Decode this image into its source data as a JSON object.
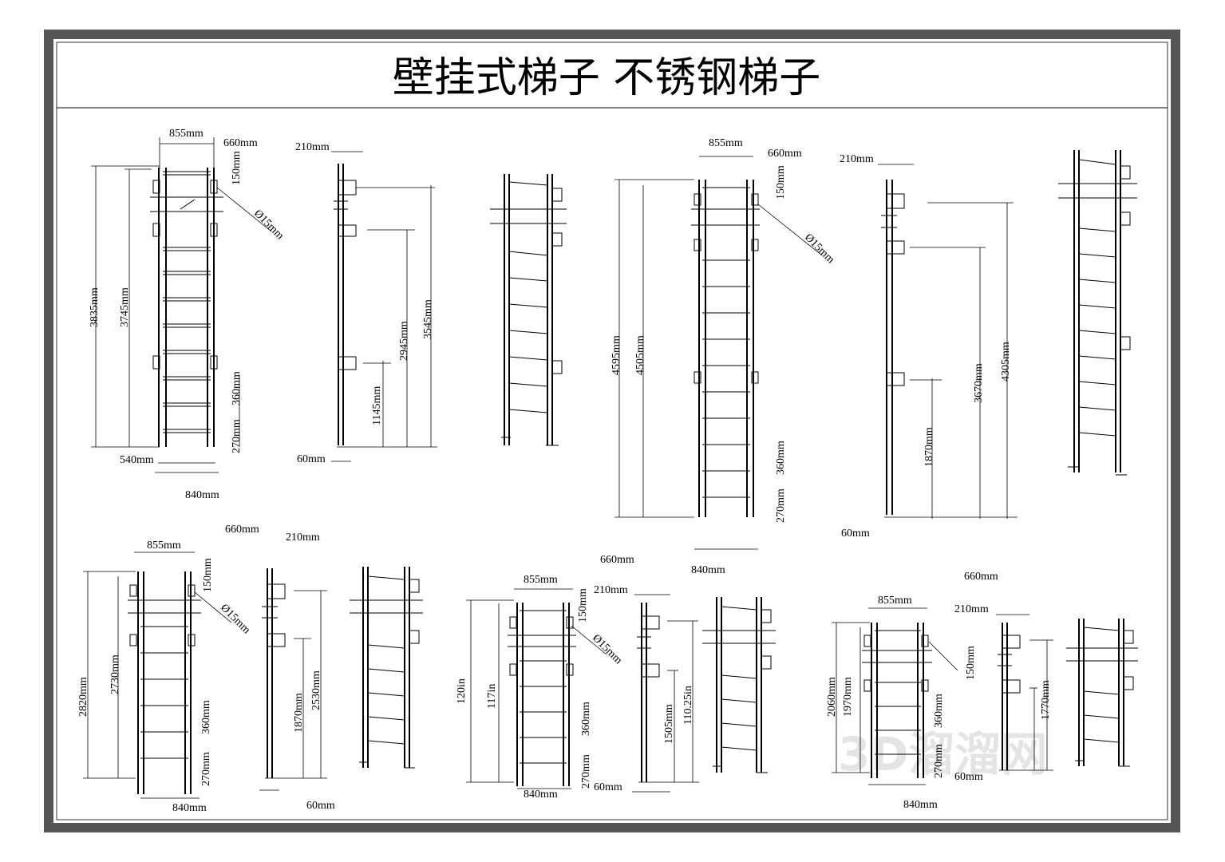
{
  "title": "壁挂式梯子  不锈钢梯子",
  "watermark": "3D溜溜网",
  "colors": {
    "frame": "#555555",
    "line": "#000000",
    "background": "#ffffff"
  },
  "labels": {
    "l1": {
      "w855": "855mm",
      "w660": "660mm",
      "h150": "150mm",
      "d15": "Ø15mm",
      "h3835": "3835mm",
      "h3745": "3745mm",
      "h360": "360mm",
      "h270": "270mm",
      "w540": "540mm",
      "w840": "840mm"
    },
    "s1": {
      "w210": "210mm",
      "h3545": "3545mm",
      "h2945": "2945mm",
      "h1145": "1145mm",
      "w60": "60mm"
    },
    "l2": {
      "w855": "855mm",
      "w660": "660mm",
      "h150": "150mm",
      "d15": "Ø15mm",
      "h4595": "4595mm",
      "h4505": "4505mm",
      "h360": "360mm",
      "h270": "270mm",
      "w840": "840mm"
    },
    "s2": {
      "w210": "210mm",
      "h4305": "4305mm",
      "h3670": "3670mm",
      "h1870": "1870mm",
      "w60": "60mm"
    },
    "l3": {
      "w855": "855mm",
      "w660": "660mm",
      "h150": "150mm",
      "d15": "Ø15mm",
      "h2820": "2820mm",
      "h2730": "2730mm",
      "h360": "360mm",
      "h270": "270mm",
      "w840": "840mm"
    },
    "s3": {
      "w210": "210mm",
      "h2530": "2530mm",
      "h1870": "1870mm",
      "w60": "60mm"
    },
    "l4": {
      "w855": "855mm",
      "w660": "660mm",
      "h150": "150mm",
      "d15": "Ø15mm",
      "h120": "120in",
      "h117": "117in",
      "h360": "360mm",
      "h270": "270mm",
      "w840": "840mm"
    },
    "s4": {
      "w210": "210mm",
      "h110": "110.25in",
      "h1505": "1505mm",
      "w60": "60mm"
    },
    "l5": {
      "w855": "855mm",
      "w660": "660mm",
      "h150": "150mm",
      "h2060": "2060mm",
      "h1970": "1970mm",
      "h360": "360mm",
      "h270": "270mm",
      "w840": "840mm"
    },
    "s5": {
      "w210": "210mm",
      "h1770": "1770mm",
      "w60": "60mm"
    }
  }
}
